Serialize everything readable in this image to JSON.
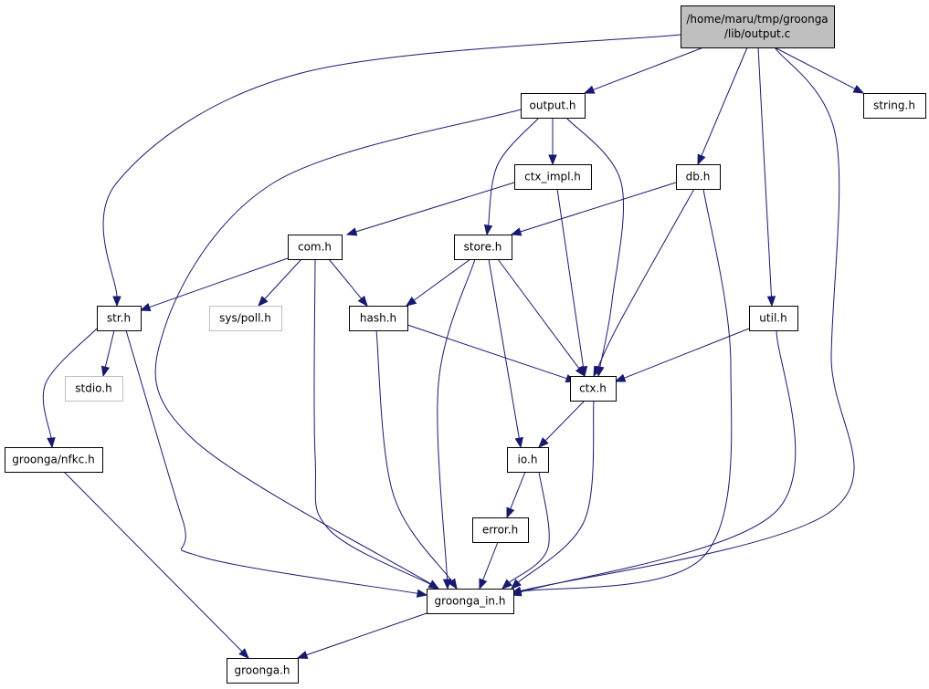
{
  "colors": {
    "edge": "#191970",
    "node_border": "#000000",
    "missing_border": "#bfbfbf",
    "missing_text": "#000000",
    "root_fill": "#bfbfbf",
    "node_fill": "#ffffff"
  },
  "nodes": {
    "root": {
      "lines": [
        "/home/maru/tmp/groonga",
        "/lib/output.c"
      ],
      "kind": "root"
    },
    "output_h": {
      "lines": [
        "output.h"
      ],
      "kind": "file"
    },
    "string_h": {
      "lines": [
        "string.h"
      ],
      "kind": "file"
    },
    "ctx_impl_h": {
      "lines": [
        "ctx_impl.h"
      ],
      "kind": "file"
    },
    "db_h": {
      "lines": [
        "db.h"
      ],
      "kind": "file"
    },
    "com_h": {
      "lines": [
        "com.h"
      ],
      "kind": "file"
    },
    "store_h": {
      "lines": [
        "store.h"
      ],
      "kind": "file"
    },
    "str_h": {
      "lines": [
        "str.h"
      ],
      "kind": "file"
    },
    "sys_poll_h": {
      "lines": [
        "sys/poll.h"
      ],
      "kind": "missing"
    },
    "hash_h": {
      "lines": [
        "hash.h"
      ],
      "kind": "file"
    },
    "util_h": {
      "lines": [
        "util.h"
      ],
      "kind": "file"
    },
    "stdio_h": {
      "lines": [
        "stdio.h"
      ],
      "kind": "missing"
    },
    "ctx_h": {
      "lines": [
        "ctx.h"
      ],
      "kind": "file"
    },
    "groonga_nfkc_h": {
      "lines": [
        "groonga/nfkc.h"
      ],
      "kind": "file"
    },
    "io_h": {
      "lines": [
        "io.h"
      ],
      "kind": "file"
    },
    "error_h": {
      "lines": [
        "error.h"
      ],
      "kind": "file"
    },
    "groonga_in_h": {
      "lines": [
        "groonga_in.h"
      ],
      "kind": "file"
    },
    "groonga_h": {
      "lines": [
        "groonga.h"
      ],
      "kind": "file"
    }
  },
  "edges": [
    [
      "root",
      "output_h"
    ],
    [
      "root",
      "string_h"
    ],
    [
      "root",
      "db_h"
    ],
    [
      "root",
      "util_h"
    ],
    [
      "root",
      "str_h"
    ],
    [
      "root",
      "groonga_in_h"
    ],
    [
      "output_h",
      "ctx_impl_h"
    ],
    [
      "output_h",
      "store_h"
    ],
    [
      "output_h",
      "ctx_h"
    ],
    [
      "output_h",
      "groonga_in_h"
    ],
    [
      "ctx_impl_h",
      "com_h"
    ],
    [
      "ctx_impl_h",
      "ctx_h"
    ],
    [
      "db_h",
      "store_h"
    ],
    [
      "db_h",
      "ctx_h"
    ],
    [
      "db_h",
      "groonga_in_h"
    ],
    [
      "com_h",
      "str_h"
    ],
    [
      "com_h",
      "sys_poll_h"
    ],
    [
      "com_h",
      "hash_h"
    ],
    [
      "com_h",
      "groonga_in_h"
    ],
    [
      "store_h",
      "hash_h"
    ],
    [
      "store_h",
      "ctx_h"
    ],
    [
      "store_h",
      "io_h"
    ],
    [
      "store_h",
      "groonga_in_h"
    ],
    [
      "str_h",
      "stdio_h"
    ],
    [
      "str_h",
      "groonga_nfkc_h"
    ],
    [
      "str_h",
      "groonga_in_h"
    ],
    [
      "hash_h",
      "ctx_h"
    ],
    [
      "hash_h",
      "groonga_in_h"
    ],
    [
      "util_h",
      "ctx_h"
    ],
    [
      "util_h",
      "groonga_in_h"
    ],
    [
      "ctx_h",
      "io_h"
    ],
    [
      "ctx_h",
      "groonga_in_h"
    ],
    [
      "groonga_nfkc_h",
      "groonga_h"
    ],
    [
      "io_h",
      "error_h"
    ],
    [
      "io_h",
      "groonga_in_h"
    ],
    [
      "error_h",
      "groonga_in_h"
    ],
    [
      "groonga_in_h",
      "groonga_h"
    ]
  ]
}
